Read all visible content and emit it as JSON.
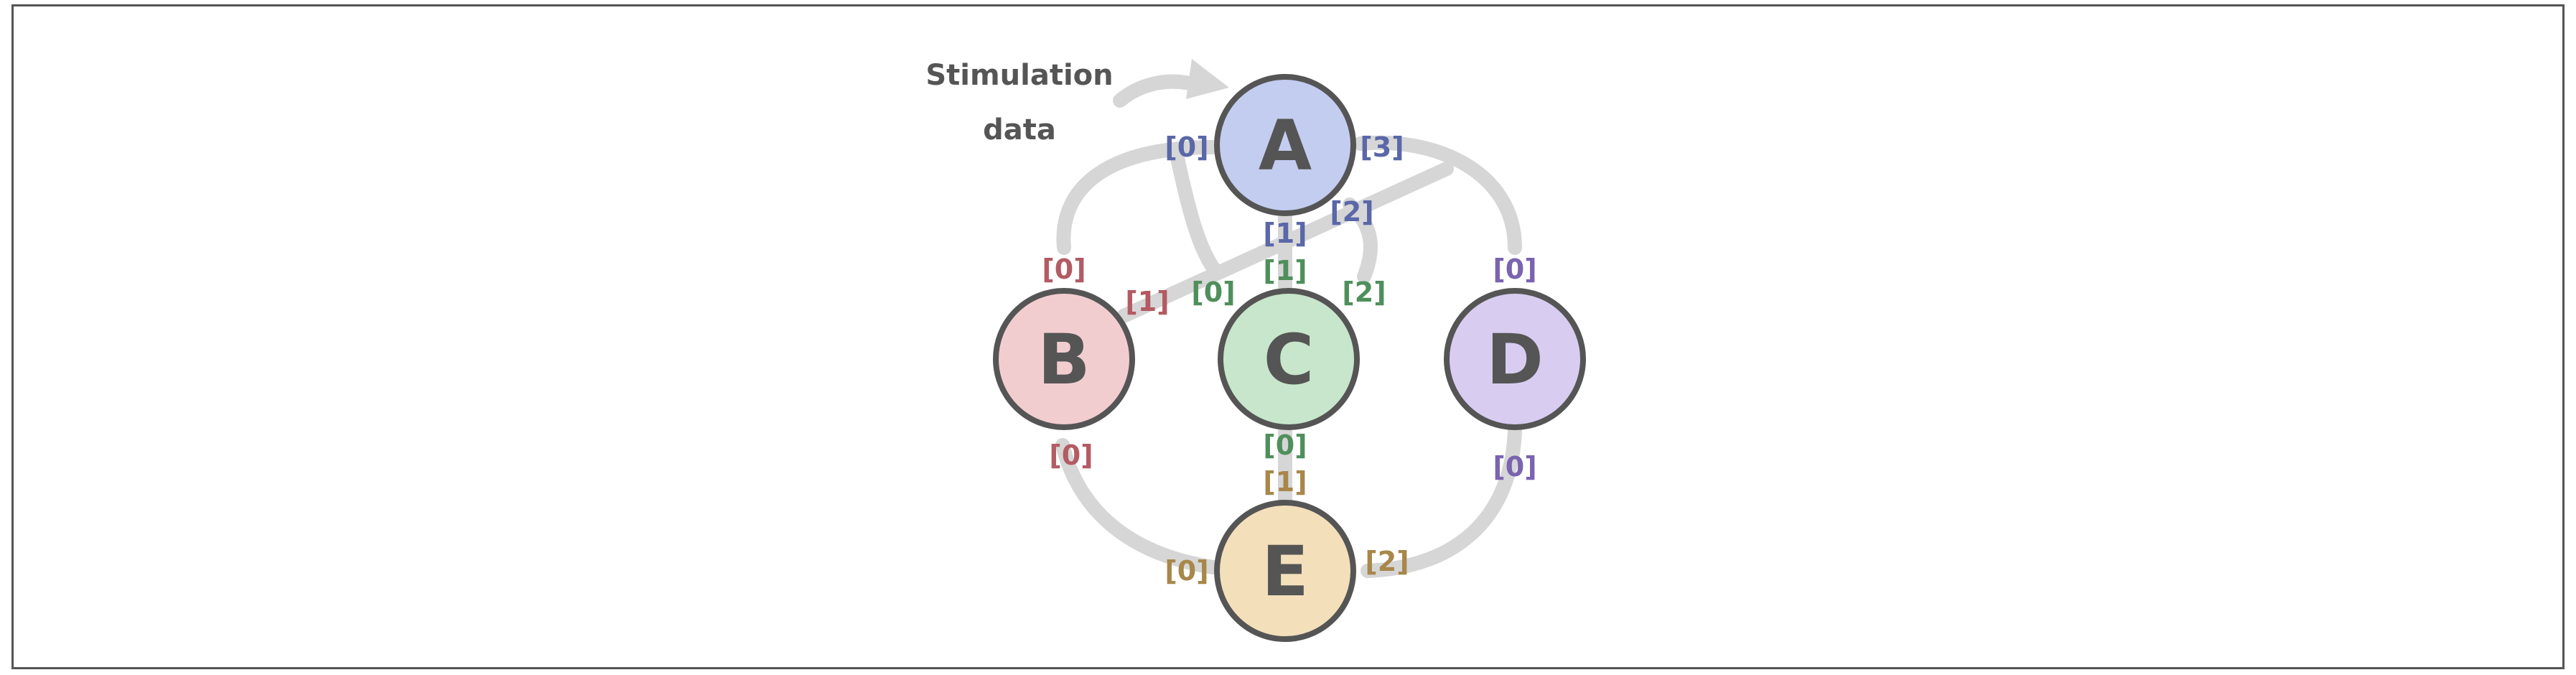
{
  "annotation": {
    "line1": "Stimulation",
    "line2": "data"
  },
  "nodes": [
    {
      "id": "A",
      "label": "A",
      "fill": "#c3cdf0",
      "label_color": "#5a67a8"
    },
    {
      "id": "B",
      "label": "B",
      "fill": "#f2cdd0",
      "label_color": "#b35b63"
    },
    {
      "id": "C",
      "label": "C",
      "fill": "#c8e6cc",
      "label_color": "#4f8f5c"
    },
    {
      "id": "D",
      "label": "D",
      "fill": "#d8cdf0",
      "label_color": "#7a63b0"
    },
    {
      "id": "E",
      "label": "E",
      "fill": "#f3e0bb",
      "label_color": "#a8874a"
    }
  ],
  "ports": {
    "A0": "[0]",
    "A1": "[1]",
    "A2": "[2]",
    "A3": "[3]",
    "B0t": "[0]",
    "B1": "[1]",
    "B0b": "[0]",
    "C0t": "[0]",
    "C1": "[1]",
    "C2": "[2]",
    "C0b": "[0]",
    "D0t": "[0]",
    "D0b": "[0]",
    "E0": "[0]",
    "E1": "[1]",
    "E2": "[2]"
  },
  "colors": {
    "edge": "#d6d6d6",
    "node_stroke": "#555555",
    "node_text": "#555555",
    "frame": "#555555"
  }
}
